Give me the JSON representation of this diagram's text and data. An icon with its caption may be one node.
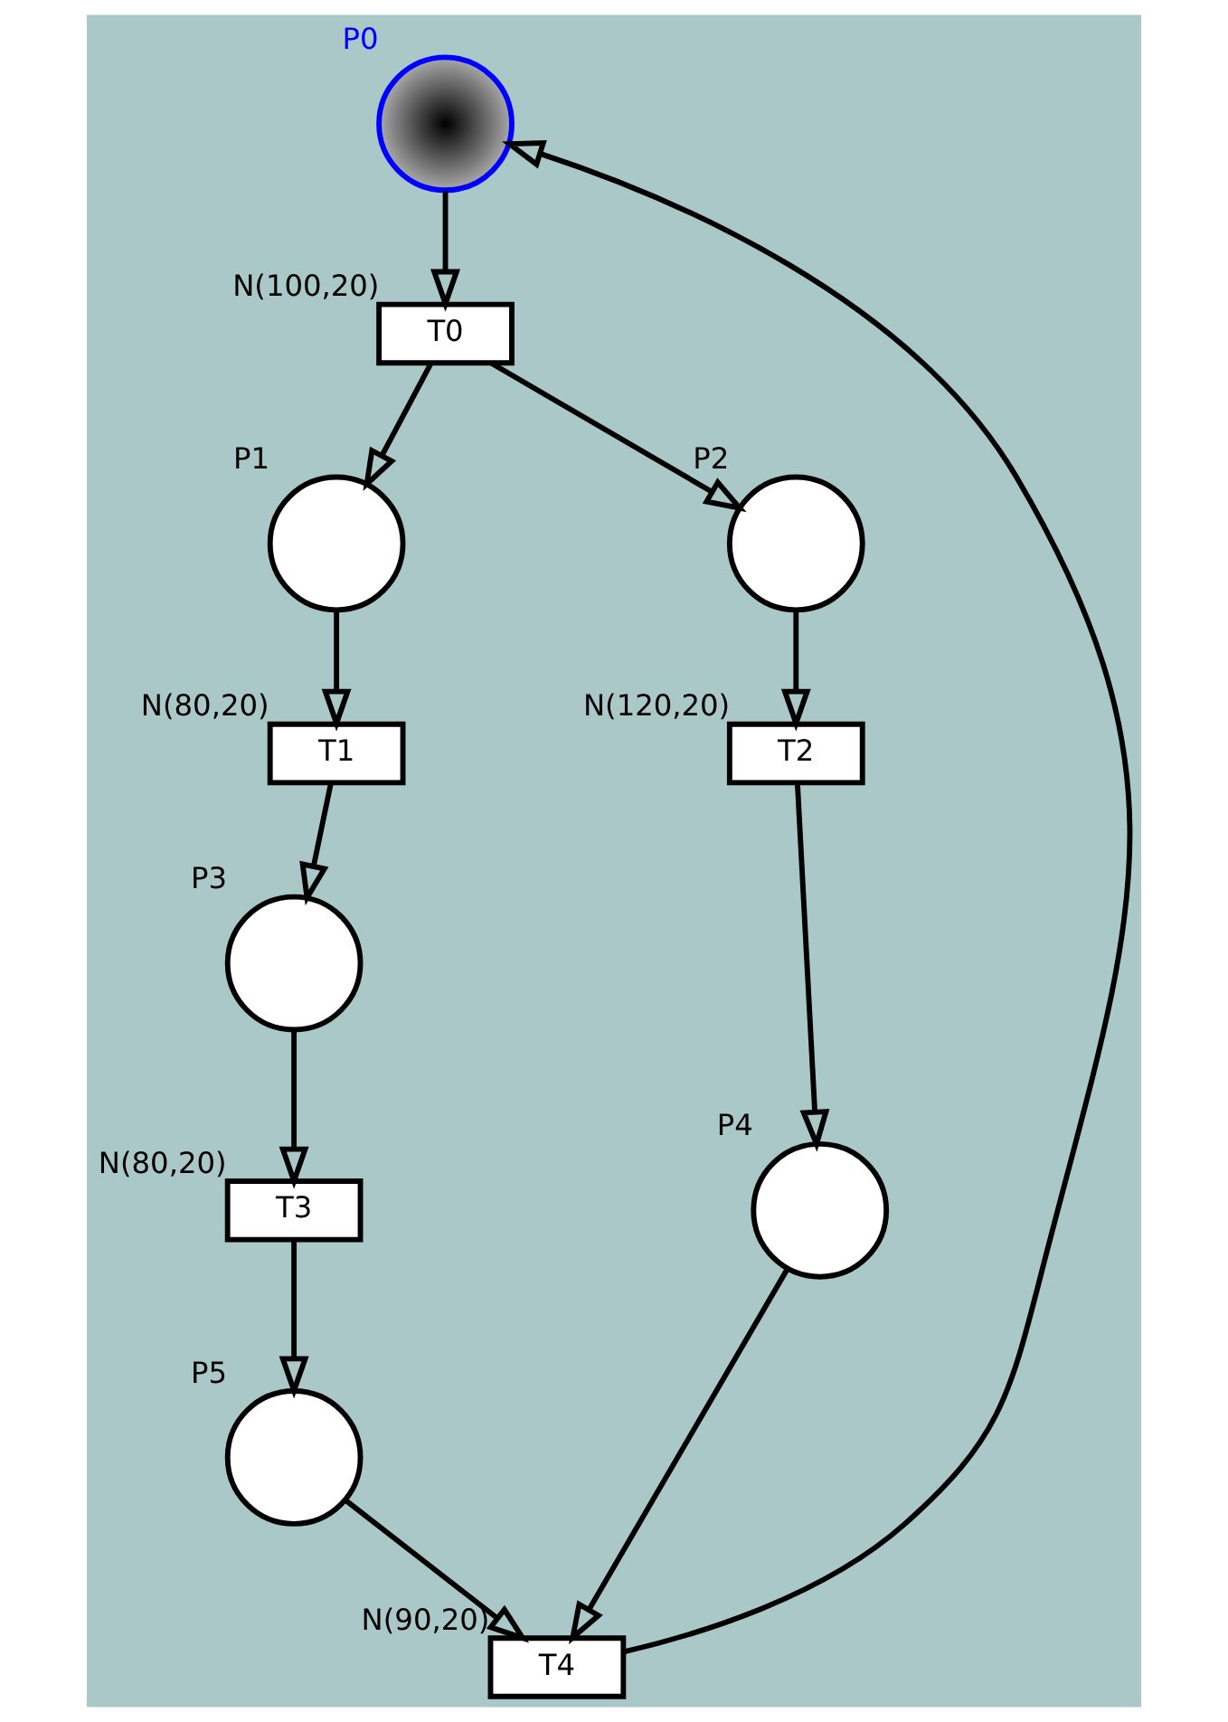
{
  "diagram": {
    "nodes": [
      {
        "text": [
          "P0"
        ]
      },
      {
        "text": [
          "T0"
        ],
        "beside": [
          "N(100,20)"
        ]
      },
      {
        "text": [
          "P1"
        ]
      },
      {
        "text": [
          "P2"
        ]
      },
      {
        "text": [
          "T1"
        ],
        "beside": [
          "N(80,20)"
        ]
      },
      {
        "text": [
          "T2"
        ],
        "beside": [
          "N(120,20)"
        ]
      },
      {
        "text": [
          "P3"
        ]
      },
      {
        "text": [
          "P4"
        ]
      },
      {
        "text": [
          "T3"
        ],
        "beside": [
          "N(80,20)"
        ]
      },
      {
        "text": [
          "P5"
        ]
      },
      {
        "text": [
          "T4"
        ],
        "beside": [
          "N(90,20)"
        ]
      }
    ],
    "edges": [
      {
        "from": 0,
        "to": 1,
        "arrow": "to"
      },
      {
        "from": 1,
        "to": 2,
        "arrow": "to"
      },
      {
        "from": 1,
        "to": 3,
        "arrow": "to"
      },
      {
        "from": 2,
        "to": 4,
        "arrow": "to"
      },
      {
        "from": 3,
        "to": 5,
        "arrow": "to"
      },
      {
        "from": 4,
        "to": 6,
        "arrow": "to"
      },
      {
        "from": 5,
        "to": 7,
        "arrow": "to"
      },
      {
        "from": 6,
        "to": 8,
        "arrow": "to"
      },
      {
        "from": 8,
        "to": 9,
        "arrow": "to"
      },
      {
        "from": 9,
        "to": 10,
        "arrow": "to"
      },
      {
        "from": 7,
        "to": 10,
        "arrow": "to"
      },
      {
        "from": 10,
        "to": 0,
        "arrow": "to"
      }
    ]
  }
}
